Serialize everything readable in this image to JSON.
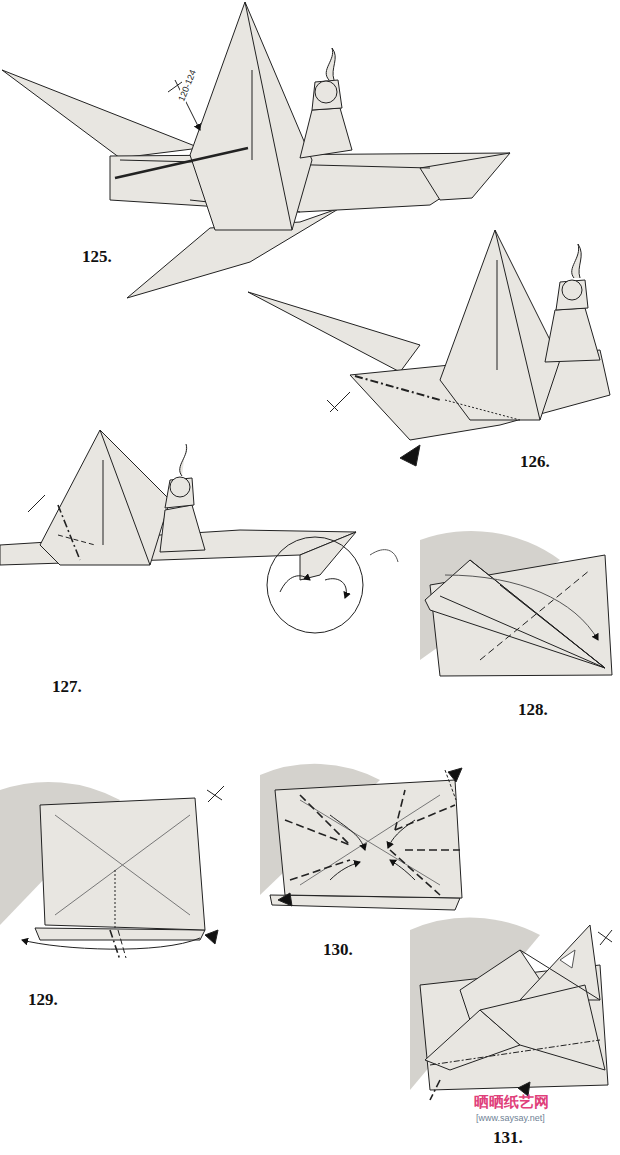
{
  "diagram": {
    "labels": [
      "125.",
      "120-124",
      "126.",
      "127.",
      "128.",
      "129.",
      "130.",
      "131.",
      "晒晒纸艺网",
      "[www.saysay.net]"
    ]
  }
}
